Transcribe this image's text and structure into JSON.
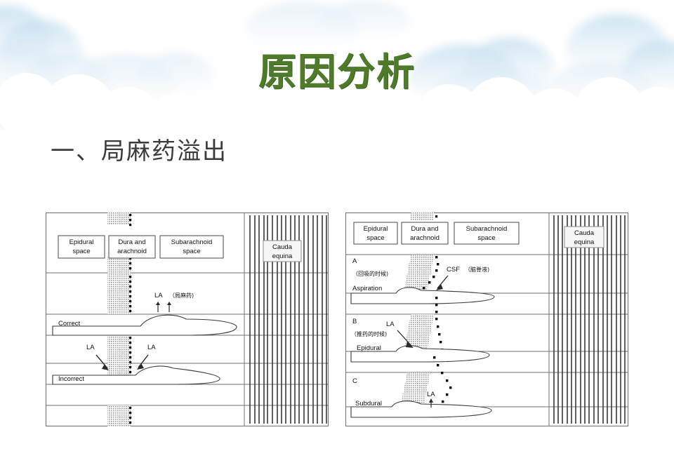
{
  "slide": {
    "title": "原因分析",
    "subtitle": "一、局麻药溢出",
    "title_color": "#4e7a2a",
    "background_color": "#fefeff",
    "cloud_color": "#cfe4f2"
  },
  "diagram_left": {
    "name": "correct-vs-incorrect-epidural-placement",
    "region_labels": {
      "epidural": "Epidural\nspace",
      "epidural_line1": "Epidural",
      "epidural_line2": "space",
      "dura_line1": "Dura and",
      "dura_line2": "arachnoid",
      "subarachnoid_line1": "Subarachnoid",
      "subarachnoid_line2": "space",
      "cauda_line1": "Cauda",
      "cauda_line2": "equina"
    },
    "rows": [
      {
        "id": "correct",
        "label": "Correct",
        "drug_label": "LA",
        "drug_label_cn": "（局麻药)",
        "arrows": 2
      },
      {
        "id": "incorrect",
        "label": "Incorrect",
        "drug_label_a": "LA",
        "drug_label_b": "LA",
        "arrows": 2
      }
    ]
  },
  "diagram_right": {
    "name": "subdural-catheter-positions",
    "region_labels": {
      "epidural_line1": "Epidural",
      "epidural_line2": "space",
      "dura_line1": "Dura and",
      "dura_line2": "arachnoid",
      "subarachnoid_line1": "Subarachnoid",
      "subarachnoid_line2": "space",
      "cauda_line1": "Cauda",
      "cauda_line2": "equina"
    },
    "rows": [
      {
        "id": "a",
        "letter": "A",
        "note_cn": "（回吸的时候)",
        "label": "Aspiration",
        "fluid_label": "CSF",
        "fluid_label_cn": "（脑脊液)"
      },
      {
        "id": "b",
        "letter": "B",
        "note_cn": "（推药的时候)",
        "label": "Epidural",
        "fluid_label": "LA"
      },
      {
        "id": "c",
        "letter": "C",
        "label": "Subdural",
        "fluid_label": "LA"
      }
    ]
  }
}
